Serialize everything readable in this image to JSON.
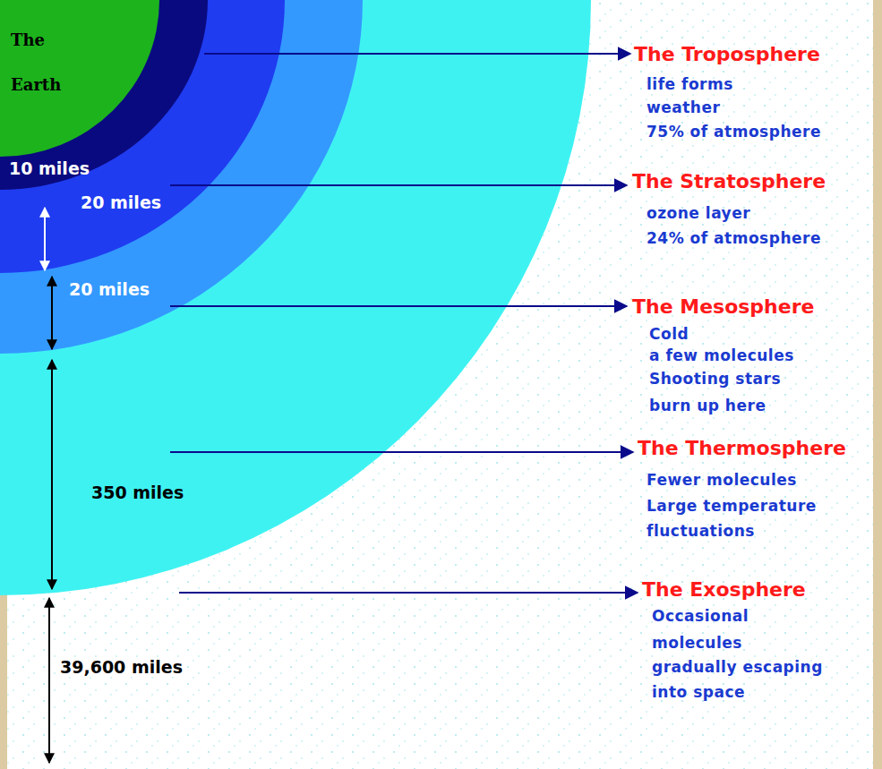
{
  "diagram": {
    "nodes": [
      {
        "text": [
          "The Earth"
        ]
      }
    ],
    "labels": [
      "The Troposphere",
      "life forms",
      "weather",
      "75% of atmosphere",
      "The Stratosphere",
      "ozone layer",
      "24% of atmosphere",
      "The Mesosphere",
      "Cold",
      "a few molecules",
      "Shooting stars",
      "burn up here",
      "The Thermosphere",
      "Fewer molecules",
      "Large temperature",
      "fluctuations",
      "The Exosphere",
      "Occasional",
      "molecules",
      "gradually escaping",
      "into space",
      "10 miles",
      "20 miles",
      "20 miles",
      "350 miles",
      "39,600 miles"
    ]
  }
}
